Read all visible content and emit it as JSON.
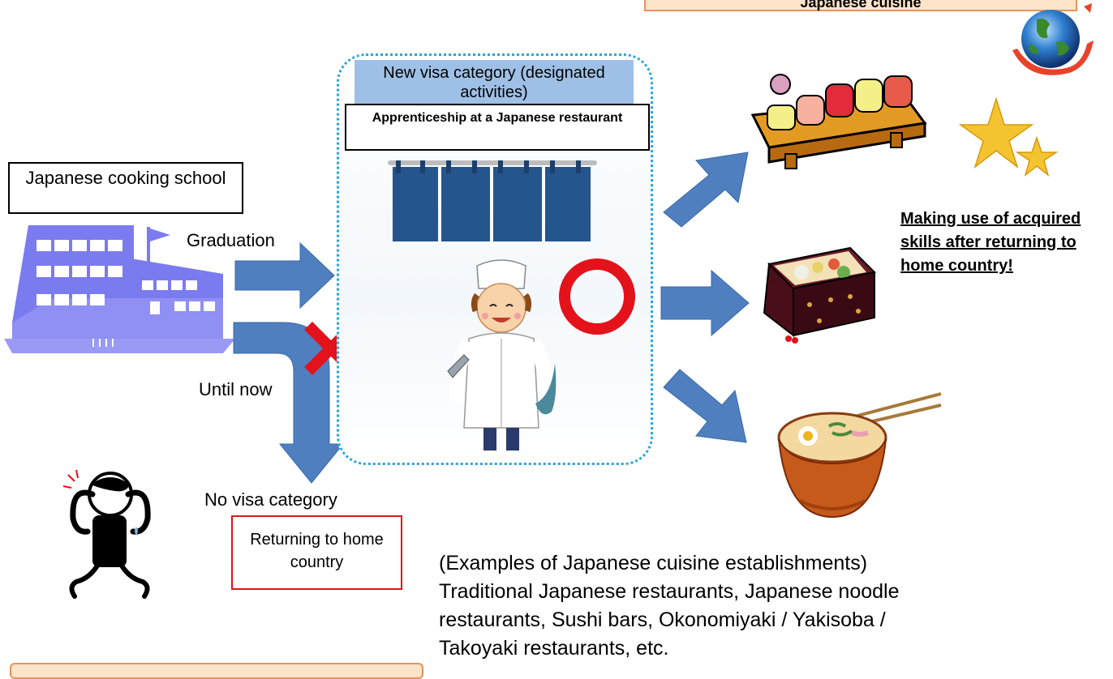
{
  "top_banner": {
    "text": "Japanese cuisine"
  },
  "school": {
    "title": "Japanese cooking school"
  },
  "flow": {
    "graduation": "Graduation",
    "until_now": "Until now",
    "no_visa": "No visa category",
    "returning": "Returning to home country"
  },
  "visa": {
    "header": "New visa category (designated activities)",
    "activity": "Apprenticeship at a Japanese restaurant"
  },
  "outcome": {
    "text": "Making use of acquired skills after returning to home country!"
  },
  "examples": {
    "heading": "(Examples of Japanese cuisine establishments)",
    "body": "Traditional Japanese restaurants, Japanese noodle restaurants, Sushi bars, Okonomiyaki / Yakisoba / Takoyaki restaurants, etc."
  },
  "colors": {
    "arrow": "#4f7fbf",
    "school": "#7b7bf0",
    "dotted_border": "#2aa5d8",
    "circle": "#e3121b",
    "cross": "#e3121b",
    "banner": "#fde3c8",
    "noren": "#25558d"
  }
}
